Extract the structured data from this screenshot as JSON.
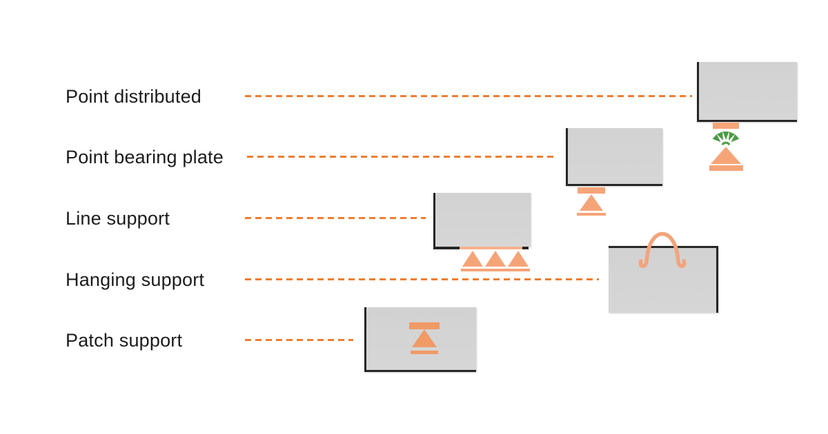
{
  "diagram": {
    "rows": [
      {
        "label": "Point distributed",
        "support_icon": "distributed-arrows-roller-icon"
      },
      {
        "label": "Point bearing plate",
        "support_icon": "bearing-plate-roller-icon"
      },
      {
        "label": "Line support",
        "support_icon": "triple-roller-line-icon"
      },
      {
        "label": "Hanging support",
        "support_icon": "hanging-hook-icon"
      },
      {
        "label": "Patch support",
        "support_icon": "internal-patch-roller-icon"
      }
    ],
    "colors": {
      "leader_dash_orange": "#ED7D31",
      "support_salmon": "#F5A478",
      "arrow_green": "#4C9B45",
      "slab_gray": "#D3D3D3",
      "edge_black": "#262626",
      "label_text": "#1C1C1C",
      "background": "#FFFFFF"
    }
  }
}
